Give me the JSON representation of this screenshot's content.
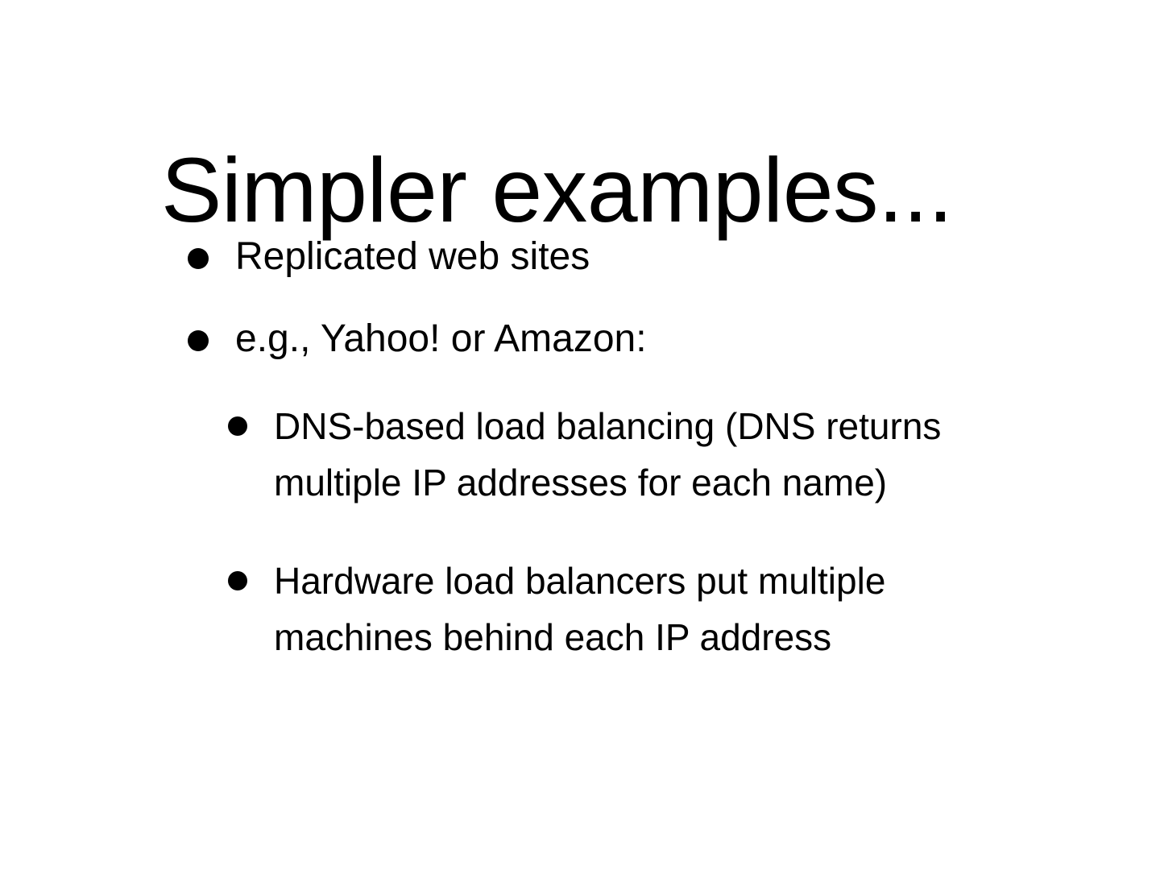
{
  "slide": {
    "title": "Simpler examples...",
    "background_color": "#ffffff",
    "text_color": "#000000",
    "bullets": [
      {
        "level": 1,
        "text": "Replicated web sites"
      },
      {
        "level": 1,
        "text": "e.g., Yahoo! or Amazon:"
      }
    ],
    "sub_bullets": [
      {
        "level": 2,
        "text": "DNS-based load balancing (DNS returns multiple IP addresses for each name)"
      },
      {
        "level": 2,
        "text": "Hardware load balancers put multiple machines behind each IP address"
      }
    ]
  }
}
